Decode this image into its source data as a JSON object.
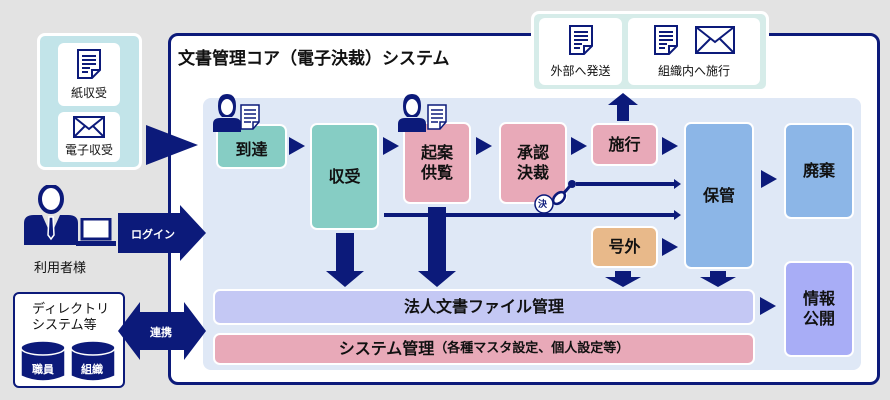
{
  "main": {
    "title": "文書管理コア（電子決裁）システム"
  },
  "inputs": {
    "paper": "紙収受",
    "electronic": "電子収受"
  },
  "outputs": {
    "external": "外部へ発送",
    "internal": "組織内へ施行"
  },
  "user": {
    "label": "利用者様",
    "login": "ログイン"
  },
  "directory": {
    "title_line1": "ディレクトリ",
    "title_line2": "システム等",
    "link": "連携",
    "db1": "職員",
    "db2": "組織"
  },
  "flow": {
    "arrival": "到達",
    "receipt": "収受",
    "draft_line1": "起案",
    "draft_line2": "供覧",
    "approve_line1": "承認",
    "approve_line2": "決裁",
    "stamp": "決",
    "enforce": "施行",
    "extra": "号外",
    "storage": "保管",
    "disposal": "廃棄",
    "disclosure_line1": "情報",
    "disclosure_line2": "公開",
    "file_mgmt": "法人文書ファイル管理",
    "sys_mgmt": "システム管理",
    "sys_mgmt_sub": "（各種マスタ設定、個人設定等）"
  },
  "colors": {
    "navy": "#0c1a7a",
    "teal": "#86cdc4",
    "pink": "#e8a9b8",
    "blue": "#8cb6e7",
    "tan": "#e8b98a",
    "lavender": "#c4c8f4",
    "periwinkle": "#a8adf6",
    "panel": "#dfe8f6"
  }
}
